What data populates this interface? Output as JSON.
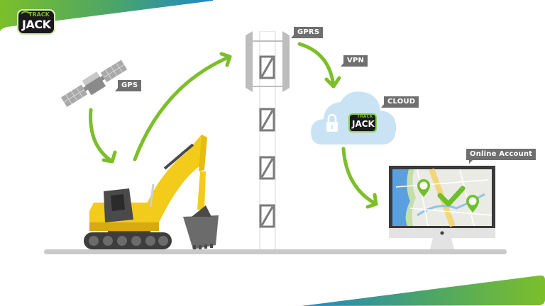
{
  "brand": {
    "logo_top": "TRACK",
    "logo_bottom": "JACK",
    "colors": {
      "green": "#7cbf2a",
      "blue": "#1e88c8",
      "yellow": "#f2cb1b",
      "gray": "#6f6f6f",
      "cloud": "#c9e3f4"
    }
  },
  "diagram": {
    "nodes": [
      {
        "id": "gps",
        "label": "GPS",
        "icon": "satellite-icon"
      },
      {
        "id": "gprs",
        "label": "GPRS",
        "icon": "cell-tower-icon"
      },
      {
        "id": "vpn",
        "label": "VPN",
        "icon": "arrow-icon"
      },
      {
        "id": "cloud",
        "label": "CLOUD",
        "icon": "cloud-lock-icon"
      },
      {
        "id": "online",
        "label": "Online Account",
        "icon": "monitor-map-icon"
      },
      {
        "id": "excavator",
        "label": "",
        "icon": "excavator-icon"
      }
    ],
    "flow": [
      "GPS",
      "Excavator",
      "GPRS",
      "VPN",
      "CLOUD",
      "Online Account"
    ]
  }
}
